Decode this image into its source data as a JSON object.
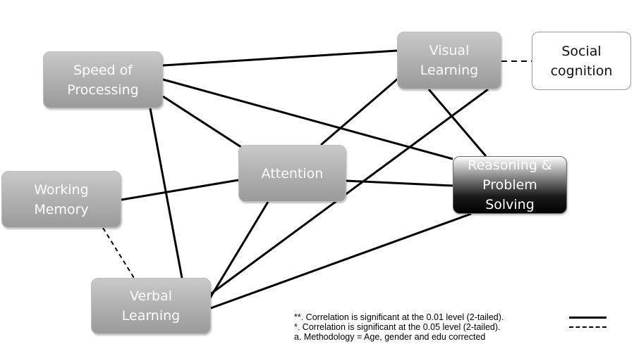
{
  "nodes": {
    "speed": "Speed of\nProcessing",
    "visual": "Visual\nLearning",
    "social": "Social\ncognition",
    "attention": "Attention",
    "reasoning": "Reasoning &\nProblem\nSolving",
    "working": "Working\nMemory",
    "verbal": "Verbal\nLearning"
  },
  "legend": {
    "significant_001": "**. Correlation is significant at the 0.01 level (2-tailed).",
    "significant_005": "*. Correlation is significant at the 0.05 level (2-tailed).",
    "methodology": "a. Methodology = Age, gender and edu corrected"
  },
  "colors": {
    "node_fill": "#b3b3b3",
    "highlight_node": "#000000",
    "line": "#000000"
  }
}
